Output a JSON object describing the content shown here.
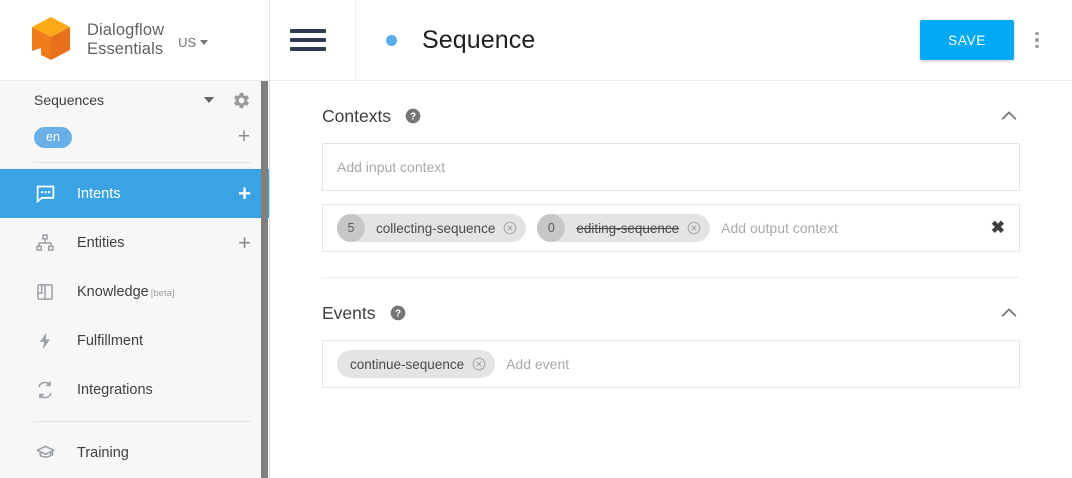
{
  "brand": {
    "name_line1": "Dialogflow",
    "name_line2": "Essentials",
    "region": "US",
    "logo_icon": "dialogflow-cube-logo",
    "region_caret_icon": "caret-down-icon"
  },
  "sidebar": {
    "agent": {
      "name": "Sequences",
      "caret_icon": "caret-down-icon",
      "settings_icon": "gear-icon"
    },
    "language": {
      "code": "en",
      "add_icon": "plus-icon"
    },
    "items": [
      {
        "label": "Intents",
        "icon": "chat-bubble-icon",
        "active": true,
        "add_icon": "plus-icon",
        "badge": ""
      },
      {
        "label": "Entities",
        "icon": "hierarchy-icon",
        "active": false,
        "add_icon": "plus-icon",
        "badge": ""
      },
      {
        "label": "Knowledge",
        "icon": "book-icon",
        "active": false,
        "add_icon": "",
        "badge": "[beta]"
      },
      {
        "label": "Fulfillment",
        "icon": "lightning-bolt-icon",
        "active": false,
        "add_icon": "",
        "badge": ""
      },
      {
        "label": "Integrations",
        "icon": "sync-arrows-icon",
        "active": false,
        "add_icon": "",
        "badge": ""
      },
      {
        "label": "Training",
        "icon": "graduation-cap-icon",
        "active": false,
        "add_icon": "",
        "badge": ""
      }
    ]
  },
  "topbar": {
    "menu_icon": "hamburger-menu-icon",
    "status_dot": "intent-status-dot",
    "title": "Sequence",
    "save_label": "SAVE",
    "more_icon": "kebab-menu-icon"
  },
  "colors": {
    "accent_blue": "#03a9f4",
    "sidebar_active": "#39a3e4",
    "lang_chip": "#6ab0e8",
    "logo_orange": "#f07c1e",
    "logo_orange_light": "#fa9c10"
  },
  "sections": [
    {
      "title": "Contexts",
      "help_icon": "help-circle-icon",
      "collapse_icon": "chevron-up-icon",
      "input_placeholder": "Add input context",
      "output_placeholder": "Add output context",
      "clear_icon": "clear-x-icon",
      "output_chips": [
        {
          "count": "5",
          "label": "collecting-sequence",
          "struck": false,
          "remove_icon": "remove-circle-icon"
        },
        {
          "count": "0",
          "label": "editing-sequence",
          "struck": true,
          "remove_icon": "remove-circle-icon"
        }
      ]
    },
    {
      "title": "Events",
      "help_icon": "help-circle-icon",
      "collapse_icon": "chevron-up-icon",
      "event_placeholder": "Add event",
      "chips": [
        {
          "label": "continue-sequence",
          "remove_icon": "remove-circle-icon"
        }
      ]
    }
  ]
}
